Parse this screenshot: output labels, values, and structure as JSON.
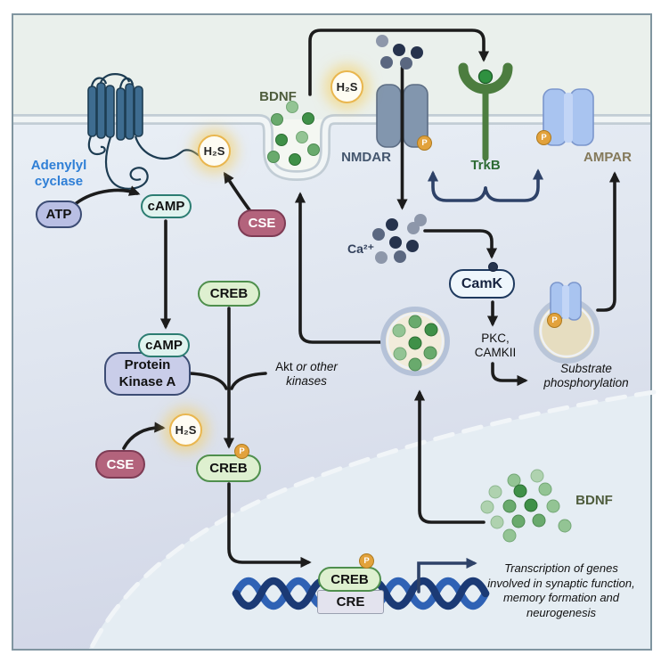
{
  "labels": {
    "adenylyl_cyclase": [
      "Adenylyl",
      "cyclase"
    ],
    "atp": "ATP",
    "camp_free": "cAMP",
    "camp_bound": "cAMP",
    "pka": [
      "Protein",
      "Kinase A"
    ],
    "creb": "CREB",
    "creb_phospho": "CREB",
    "creb_nuclear": "CREB",
    "cre": "CRE",
    "cse_upper": "CSE",
    "cse_lower": "CSE",
    "h2s_top": "H₂S",
    "h2s_upper": "H₂S",
    "h2s_lower": "H₂S",
    "camk": "CamK",
    "pkc_camkii": [
      "PKC,",
      "CAMKII"
    ],
    "substrate_phosphorylation": [
      "Substrate",
      "phosphorylation"
    ],
    "akt": {
      "name": "Akt",
      "rest": "or other",
      "line2": "kinases"
    },
    "bdnf_top": "BDNF",
    "bdnf_nuclear": "BDNF",
    "nmdar": "NMDAR",
    "trkb": "TrkB",
    "ampar": "AMPAR",
    "calcium": "Ca²⁺",
    "phospho_badge": "P",
    "transcription": [
      "Transcription of genes",
      "involved in synaptic function,",
      "memory formation and",
      "neurogenesis"
    ]
  },
  "colors": {
    "extracellular_bg": "#eaf0ec",
    "cytoplasm_top": "#e8eef5",
    "cytoplasm_bottom": "#d2d7e7",
    "nucleus_bg": "#e5edf3",
    "membrane_line": "#c2cdd5",
    "membrane_core": "#f1f5f6",
    "atp_fill": "#b9bfe4",
    "camp_fill": "#e0f3ef",
    "camp_border": "#2c7d72",
    "pka_fill": "#c9cde9",
    "purple_border": "#3c4c74",
    "creb_fill": "#def0d0",
    "creb_border": "#4f8f4d",
    "cse_fill": "#b3637c",
    "cse_border": "#7e3c55",
    "camk_fill": "#eef6fc",
    "camk_border": "#1f3a5f",
    "h2s_ring": "#e9b64f",
    "h2s_glow": "#f6cd5c",
    "p_fill": "#e2a23c",
    "nmdar_fill": "#8296ae",
    "trkb_green": "#4c7d3f",
    "ampar_fill": "#a9c4f0",
    "adenylyl_fill": "#3e6c90",
    "bdnf_green_dark": "#3f9048",
    "bdnf_green_mid": "#69aa6d",
    "bdnf_green_light": "#93c494",
    "ca_dark": "#26334d",
    "ca_mid": "#5a6780",
    "ca_light": "#8d97aa",
    "dna_dark": "#1b3a75",
    "dna_light": "#2f62b5",
    "arrow_black": "#1c1c1c",
    "arrow_navy": "#2e4268",
    "label_blue": "#2f7fd6",
    "label_slate": "#44566e",
    "label_green": "#2d6b34",
    "label_tan": "#84795a",
    "label_olive": "#4e5c3c",
    "cre_fill": "#e3e3ee"
  }
}
